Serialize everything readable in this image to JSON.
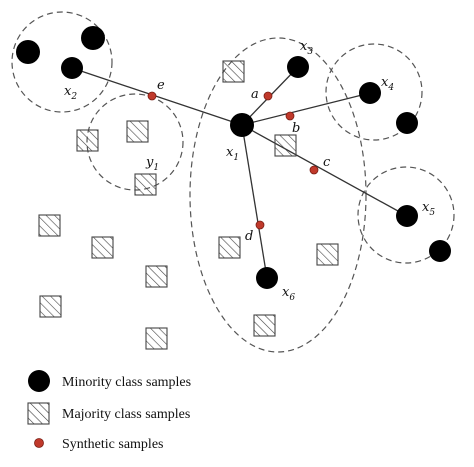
{
  "minority_samples": [
    {
      "label": "x",
      "index": "1"
    },
    {
      "label": "x",
      "index": "2"
    },
    {
      "label": "x",
      "index": "3"
    },
    {
      "label": "x",
      "index": "4"
    },
    {
      "label": "x",
      "index": "5"
    },
    {
      "label": "x",
      "index": "6"
    },
    {
      "label": "",
      "index": ""
    },
    {
      "label": "",
      "index": ""
    },
    {
      "label": "",
      "index": ""
    },
    {
      "label": "",
      "index": ""
    }
  ],
  "majority_samples": {
    "labeled": {
      "label": "y",
      "index": "1"
    }
  },
  "synthetic_samples": [
    "a",
    "b",
    "c",
    "d",
    "e"
  ],
  "legend": {
    "minority": "Minority class samples",
    "majority": "Majority class samples",
    "synthetic": "Synthetic samples"
  },
  "colors": {
    "minority": "#000000",
    "synthetic": "#c0392b",
    "line": "#333333",
    "dashed": "#555555"
  }
}
